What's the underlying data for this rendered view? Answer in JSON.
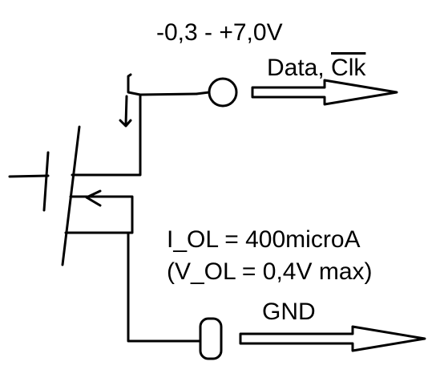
{
  "labels": {
    "voltage_range": "-0,3 - +7,0V",
    "data_prefix": "Data, ",
    "clk": "Clk",
    "i_ol": "I_OL = 400microA",
    "v_ol": "(V_OL = 0,4V max)",
    "gnd": "GND"
  },
  "colors": {
    "ink": "#000000",
    "background": "#ffffff"
  }
}
